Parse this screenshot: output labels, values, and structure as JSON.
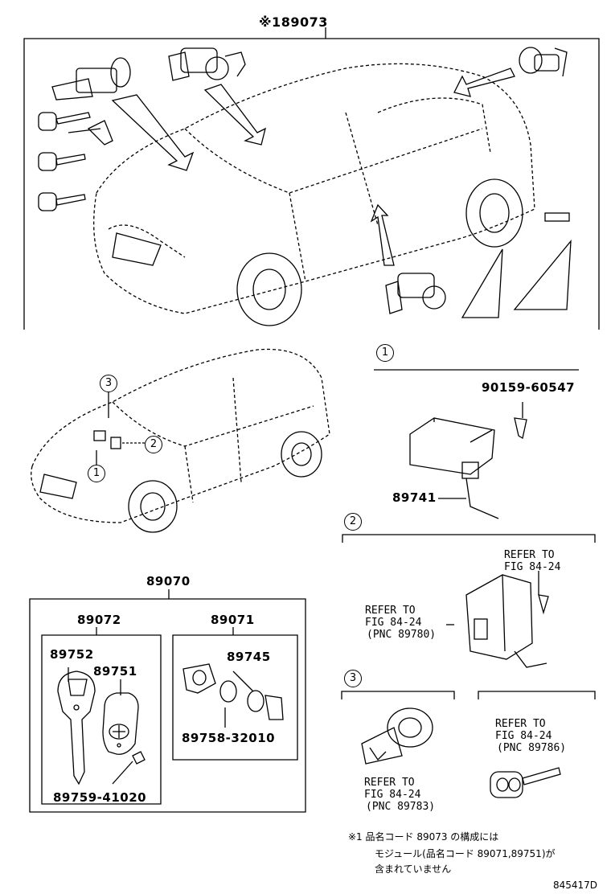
{
  "header_code": "※189073",
  "labels": {
    "p89070": "89070",
    "p89072": "89072",
    "p89071": "89071",
    "p89752": "89752",
    "p89751": "89751",
    "p89745": "89745",
    "p89758": "89758-32010",
    "p89759": "89759-41020",
    "p90159": "90159-60547",
    "p89741": "89741"
  },
  "callouts": {
    "c1": "1",
    "c2": "2",
    "c3": "3"
  },
  "refs": {
    "ref_a_line1": "REFER TO",
    "ref_a_line2": "FIG 84-24",
    "ref_b_line1": "REFER TO",
    "ref_b_line2": "FIG 84-24",
    "ref_b_line3": "(PNC 89780)",
    "ref_c_line1": "REFER TO",
    "ref_c_line2": "FIG 84-24",
    "ref_c_line3": "(PNC 89783)",
    "ref_d_line1": "REFER TO",
    "ref_d_line2": "FIG 84-24",
    "ref_d_line3": "(PNC 89786)"
  },
  "footnote": {
    "line1": "※1  品名コード 89073 の構成には",
    "line2": "モジュール(品名コード  89071,89751)が",
    "line3": "含まれていません"
  },
  "figure_id": "845417D"
}
